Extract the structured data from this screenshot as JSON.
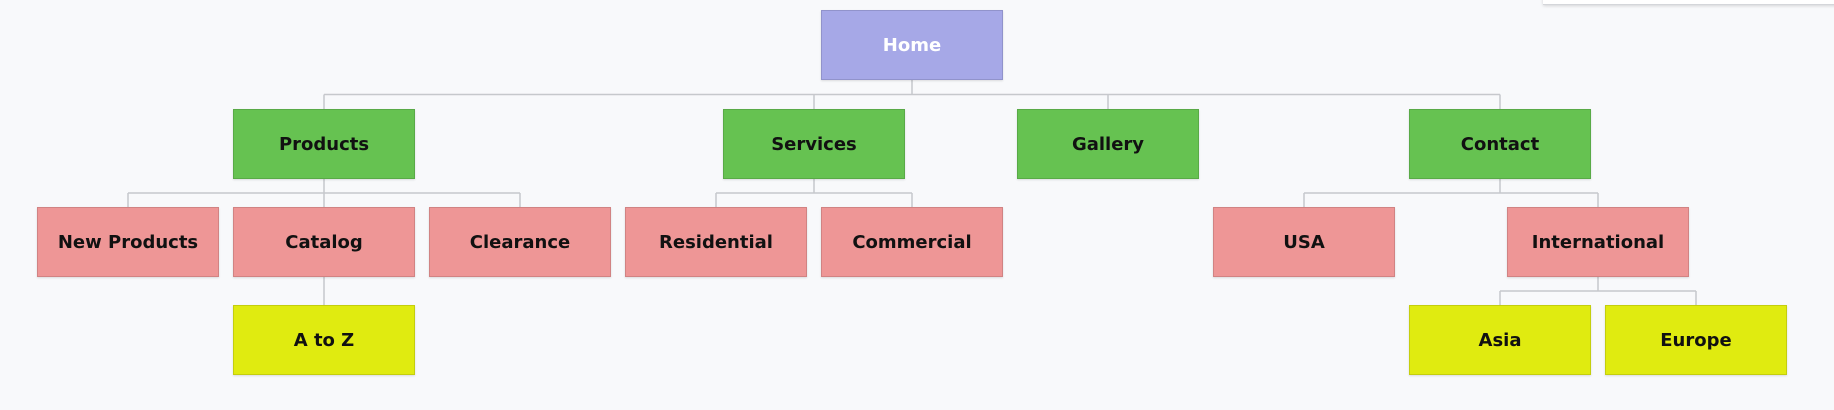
{
  "colors": {
    "level0": "#a6a8e7",
    "level1": "#66c251",
    "level2": "#ee9696",
    "level3": "#e0eb10",
    "connector": "#c6c8cc",
    "background": "#f8f9fb"
  },
  "tree": {
    "home": {
      "label": "Home",
      "level": 0
    },
    "products": {
      "label": "Products",
      "level": 1,
      "parent": "home"
    },
    "services": {
      "label": "Services",
      "level": 1,
      "parent": "home"
    },
    "gallery": {
      "label": "Gallery",
      "level": 1,
      "parent": "home"
    },
    "contact": {
      "label": "Contact",
      "level": 1,
      "parent": "home"
    },
    "new_products": {
      "label": "New Products",
      "level": 2,
      "parent": "products"
    },
    "catalog": {
      "label": "Catalog",
      "level": 2,
      "parent": "products"
    },
    "clearance": {
      "label": "Clearance",
      "level": 2,
      "parent": "products"
    },
    "residential": {
      "label": "Residential",
      "level": 2,
      "parent": "services"
    },
    "commercial": {
      "label": "Commercial",
      "level": 2,
      "parent": "services"
    },
    "usa": {
      "label": "USA",
      "level": 2,
      "parent": "contact"
    },
    "international": {
      "label": "International",
      "level": 2,
      "parent": "contact"
    },
    "a_to_z": {
      "label": "A to Z",
      "level": 3,
      "parent": "catalog"
    },
    "asia": {
      "label": "Asia",
      "level": 3,
      "parent": "international"
    },
    "europe": {
      "label": "Europe",
      "level": 3,
      "parent": "international"
    }
  }
}
